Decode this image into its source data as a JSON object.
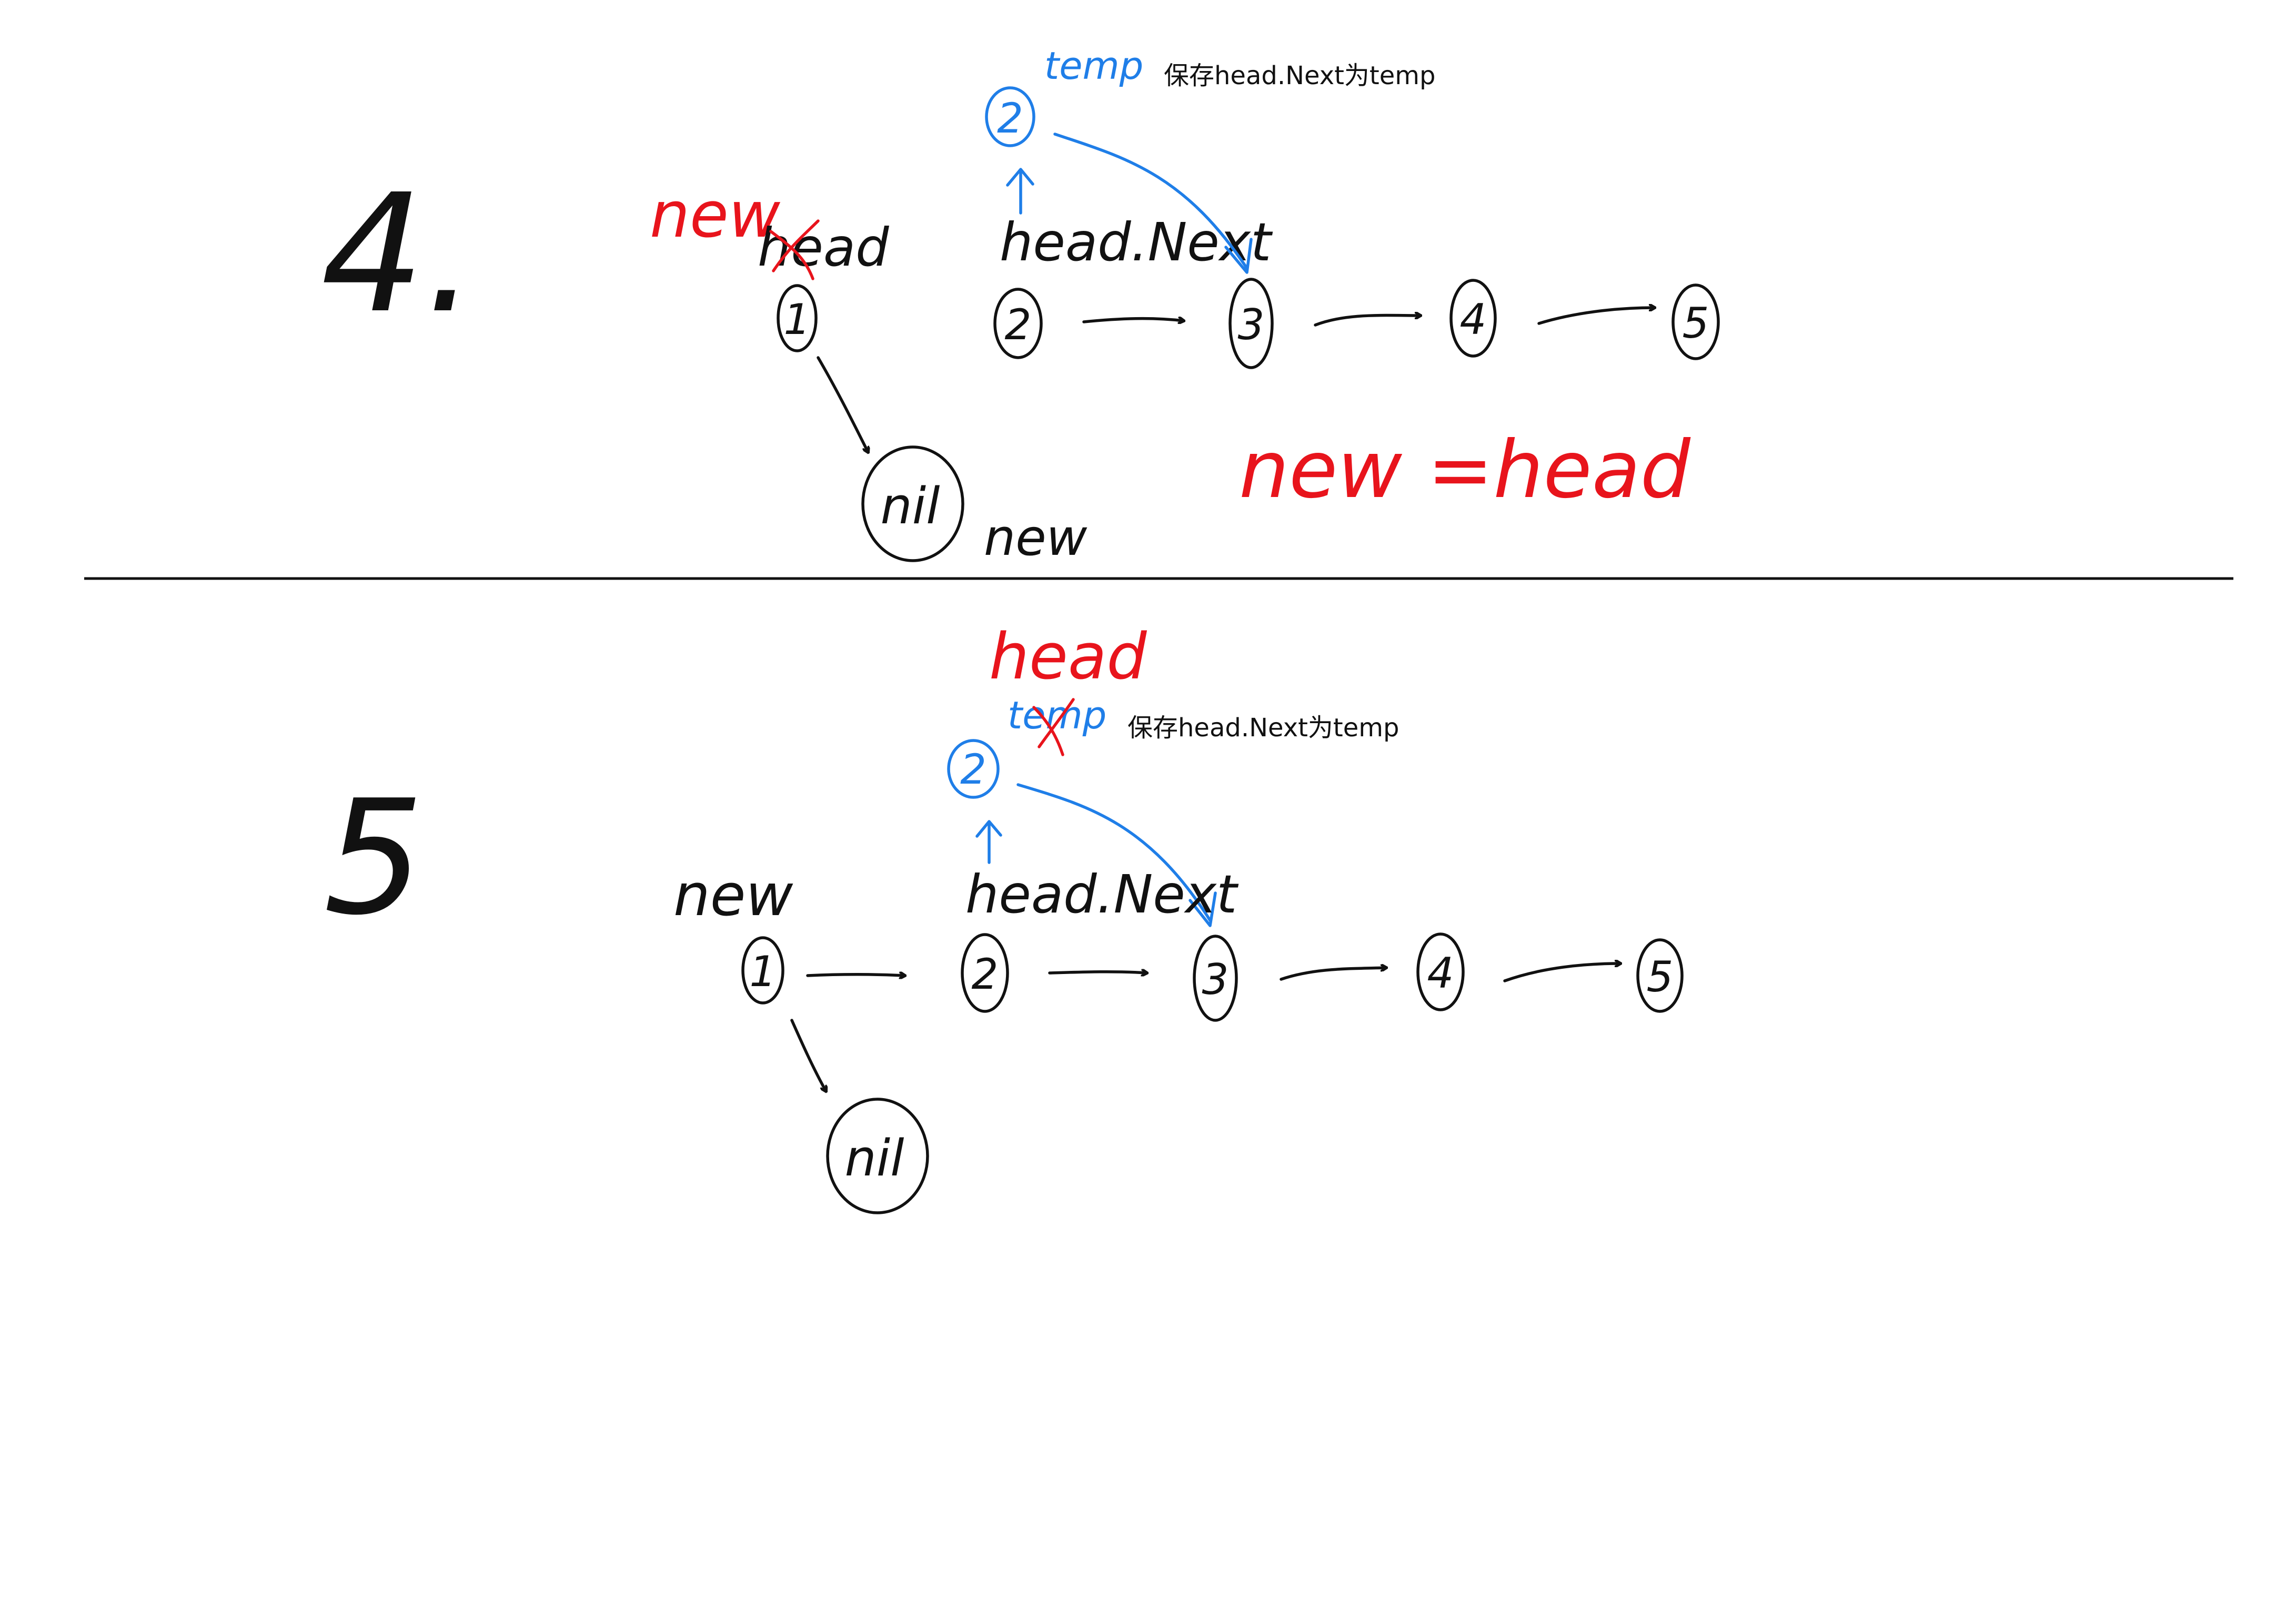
{
  "colors": {
    "ink": "#111111",
    "red": "#e8141c",
    "blue": "#1f7ee8",
    "background": "#ffffff"
  },
  "step4": {
    "step_number": "4.",
    "red_new_label": "new",
    "head_label": "head",
    "nodes": [
      "1",
      "2",
      "3",
      "4",
      "5"
    ],
    "nil_label": "nil",
    "nil_side_label": "new",
    "head_next_label": "head.Next",
    "temp_node": "2",
    "temp_label": "temp",
    "note": "保存head.Next为temp",
    "assignment": "new =head"
  },
  "step5": {
    "step_number": "5",
    "head_label_red": "head",
    "temp_label": "temp",
    "temp_node": "2",
    "note": "保存head.Next为temp",
    "new_label": "new",
    "head_next_label": "head.Next",
    "nodes": [
      "1",
      "2",
      "3",
      "4",
      "5"
    ],
    "nil_label": "nil"
  }
}
